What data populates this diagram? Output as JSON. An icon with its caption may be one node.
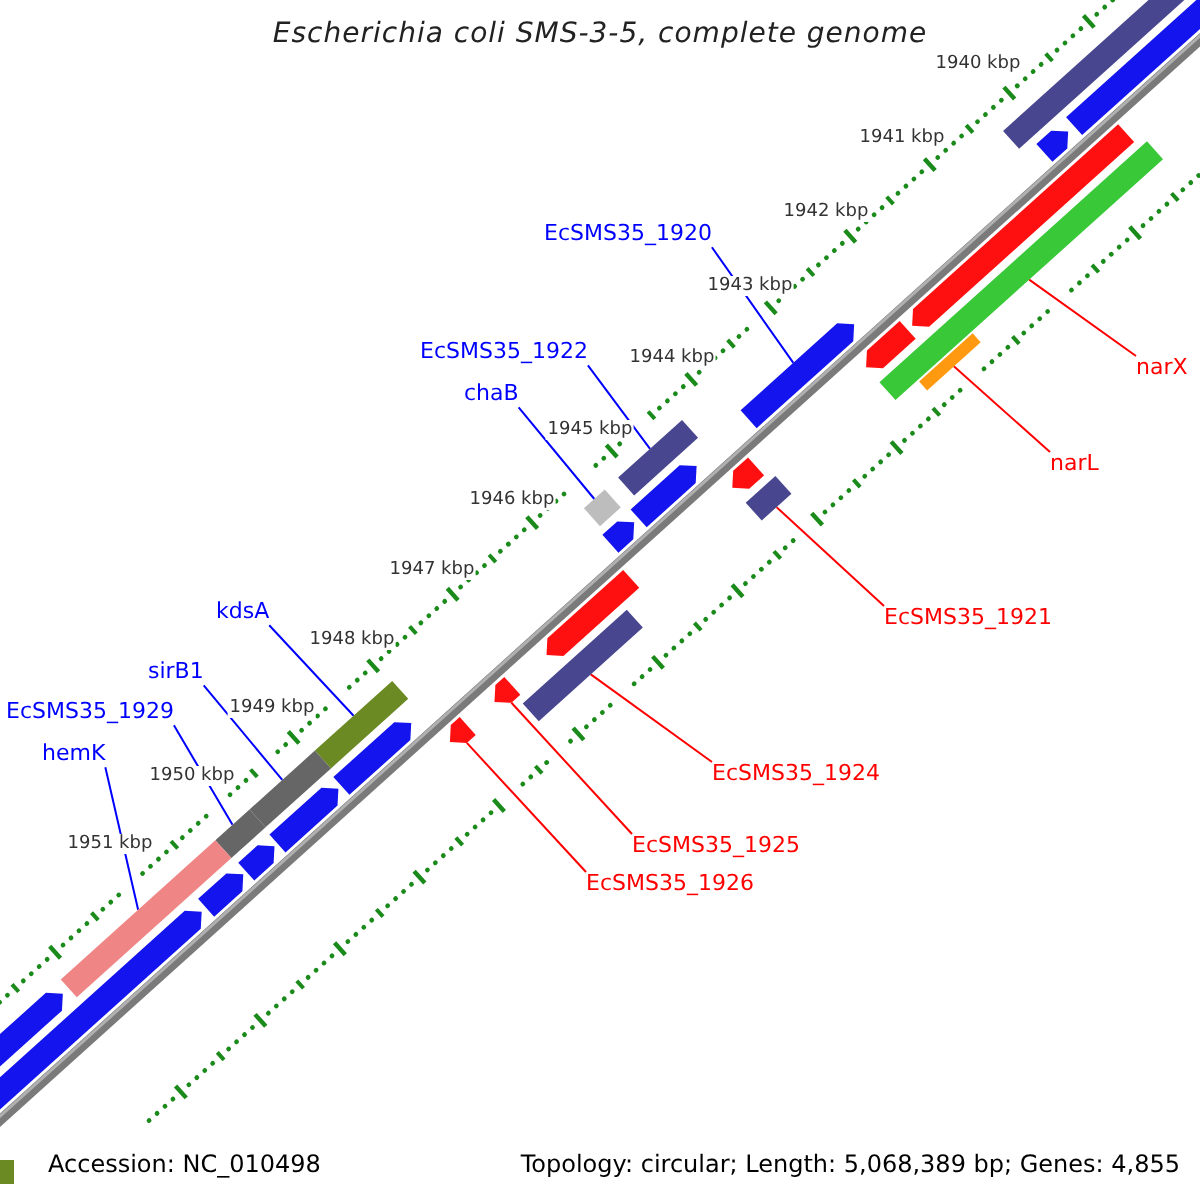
{
  "diagram": {
    "title": "Escherichia coli SMS-3-5, complete genome",
    "nodes": [
      {
        "text": [
          "EcSMS35_1920"
        ]
      },
      {
        "text": [],
        "shape": "bar"
      },
      {
        "text": [
          "EcSMS35_1922"
        ]
      },
      {
        "text": [],
        "shape": "bar"
      },
      {
        "text": [
          "narX"
        ]
      },
      {
        "text": [],
        "shape": "bar"
      },
      {
        "text": [
          "chaB"
        ]
      },
      {
        "text": [],
        "shape": "bar"
      },
      {
        "text": [
          "narL"
        ]
      },
      {
        "text": [],
        "shape": "bar"
      },
      {
        "text": [
          "kdsA"
        ]
      },
      {
        "text": [],
        "shape": "bar"
      },
      {
        "text": [
          "EcSMS35_1921"
        ]
      },
      {
        "text": [],
        "shape": "bar"
      },
      {
        "text": [
          "sirB1"
        ]
      },
      {
        "text": [],
        "shape": "bar"
      },
      {
        "text": [
          "EcSMS35_1929"
        ]
      },
      {
        "text": [],
        "shape": "bar"
      },
      {
        "text": [
          "hemK"
        ]
      },
      {
        "text": [],
        "shape": "bar"
      },
      {
        "text": [
          "EcSMS35_1924"
        ]
      },
      {
        "text": [],
        "shape": "bar"
      },
      {
        "text": [
          "EcSMS35_1925"
        ]
      },
      {
        "text": [],
        "shape": "bar"
      },
      {
        "text": [
          "EcSMS35_1926"
        ]
      },
      {
        "text": [],
        "shape": "bar"
      }
    ],
    "edges": [
      {
        "from": 0,
        "to": 1,
        "arrow": "none",
        "color": "#0000ff"
      },
      {
        "from": 2,
        "to": 3,
        "arrow": "none",
        "color": "#0000ff"
      },
      {
        "from": 4,
        "to": 5,
        "arrow": "none",
        "color": "#ff0000"
      },
      {
        "from": 6,
        "to": 7,
        "arrow": "none",
        "color": "#0000ff"
      },
      {
        "from": 8,
        "to": 9,
        "arrow": "none",
        "color": "#ff0000"
      },
      {
        "from": 10,
        "to": 11,
        "arrow": "none",
        "color": "#0000ff"
      },
      {
        "from": 12,
        "to": 13,
        "arrow": "none",
        "color": "#ff0000"
      },
      {
        "from": 14,
        "to": 15,
        "arrow": "none",
        "color": "#0000ff"
      },
      {
        "from": 16,
        "to": 17,
        "arrow": "none",
        "color": "#0000ff"
      },
      {
        "from": 18,
        "to": 19,
        "arrow": "none",
        "color": "#0000ff"
      },
      {
        "from": 20,
        "to": 21,
        "arrow": "none",
        "color": "#ff0000"
      },
      {
        "from": 22,
        "to": 23,
        "arrow": "none",
        "color": "#ff0000"
      },
      {
        "from": 24,
        "to": 25,
        "arrow": "none",
        "color": "#ff0000"
      }
    ],
    "labels": [
      "1940 kbp",
      "1941 kbp",
      "1942 kbp",
      "1943 kbp",
      "1944 kbp",
      "1945 kbp",
      "1946 kbp",
      "1947 kbp",
      "1948 kbp",
      "1949 kbp",
      "1950 kbp",
      "1951 kbp",
      "Accession: NC_010498",
      "Topology: circular; Length: 5,068,389 bp; Genes: 4,855"
    ]
  }
}
